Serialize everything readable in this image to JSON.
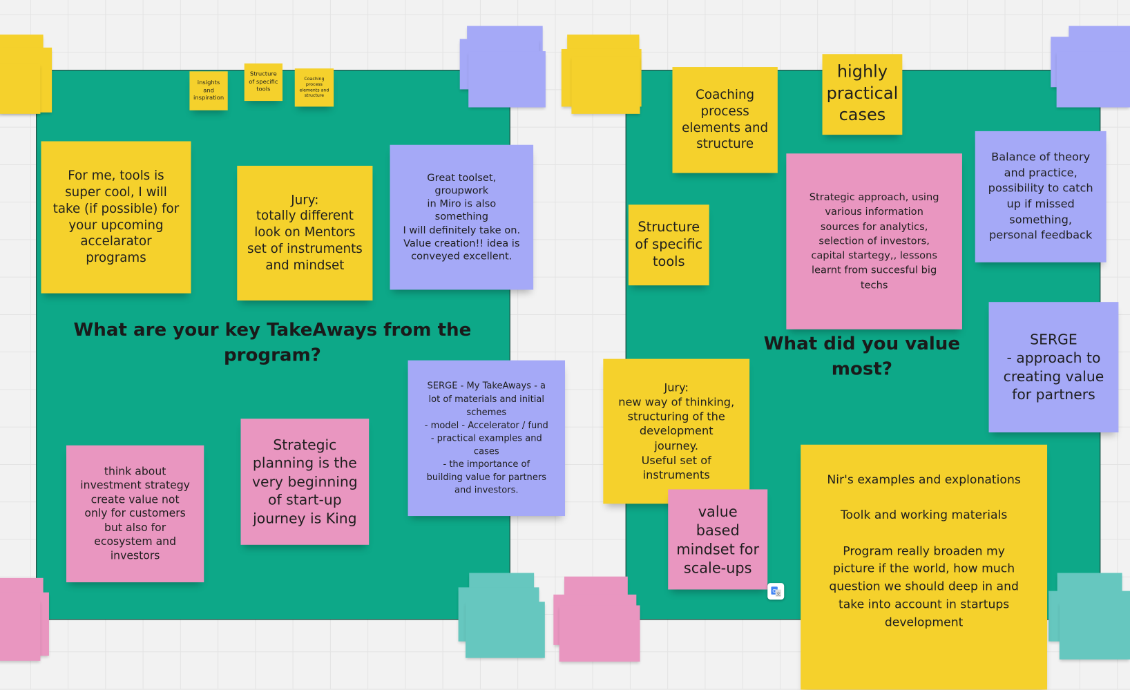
{
  "colors": {
    "board": "#0da888",
    "yellow": "#f5d12c",
    "purple": "#a5a9f7",
    "pink": "#e996c0",
    "teal": "#66c7bf"
  },
  "left_frame": {
    "title": "What are your key TakeAways from the program?",
    "notes": [
      {
        "text": "insights\nand\ninspiration"
      },
      {
        "text": "Structure\nof specific\ntools"
      },
      {
        "text": "Coaching\nprocess\nelements and\nstructure"
      },
      {
        "text": "For me, tools is\nsuper cool, I will\ntake (if possible) for\nyour upcoming\naccelarator\nprograms"
      },
      {
        "text": "Jury:\ntotally different\nlook on Mentors\nset of instruments\nand mindset"
      },
      {
        "text": "Great toolset,\ngroupwork\nin Miro is also\nsomething\nI will definitely take on.\nValue creation!! idea is\nconveyed excellent."
      },
      {
        "text": "think about\ninvestment strategy\ncreate value not\nonly for customers\nbut also for\necosystem and\ninvestors"
      },
      {
        "text": "Strategic\nplanning is the\nvery beginning\nof start-up\njourney is King"
      },
      {
        "text": "SERGE - My TakeAways  - a\nlot of materials and initial\nschemes\n- model - Accelerator / fund\n- practical examples and\ncases\n- the importance of\nbuilding value for partners\nand investors."
      }
    ]
  },
  "right_frame": {
    "title": "What did you value most?",
    "notes": [
      {
        "text": "Coaching\nprocess\nelements and\nstructure"
      },
      {
        "text": "highly\npractical\ncases"
      },
      {
        "text": "Strategic approach, using\nvarious information\nsources for analytics,\nselection of investors,\ncapital startegy,, lessons\nlearnt from succesful big\ntechs"
      },
      {
        "text": "Balance of theory\nand practice,\npossibility to catch\nup if missed\nsomething,\npersonal feedback"
      },
      {
        "text": "Structure\nof specific\ntools"
      },
      {
        "text": "SERGE\n- approach to\ncreating value\nfor partners"
      },
      {
        "text": "Jury:\nnew way of thinking,\nstructuring of the\ndevelopment\njourney.\nUseful set of\ninstruments"
      },
      {
        "text": "value\nbased\nmindset for\nscale-ups"
      },
      {
        "text": "Nir's examples and explonations\n\nToolk and working materials\n\nProgram really broaden my\npicture if the world, how much\nquestion we should deep in and\ntake into account in startups\ndevelopment"
      }
    ]
  },
  "translate_icon": "google-translate-icon"
}
